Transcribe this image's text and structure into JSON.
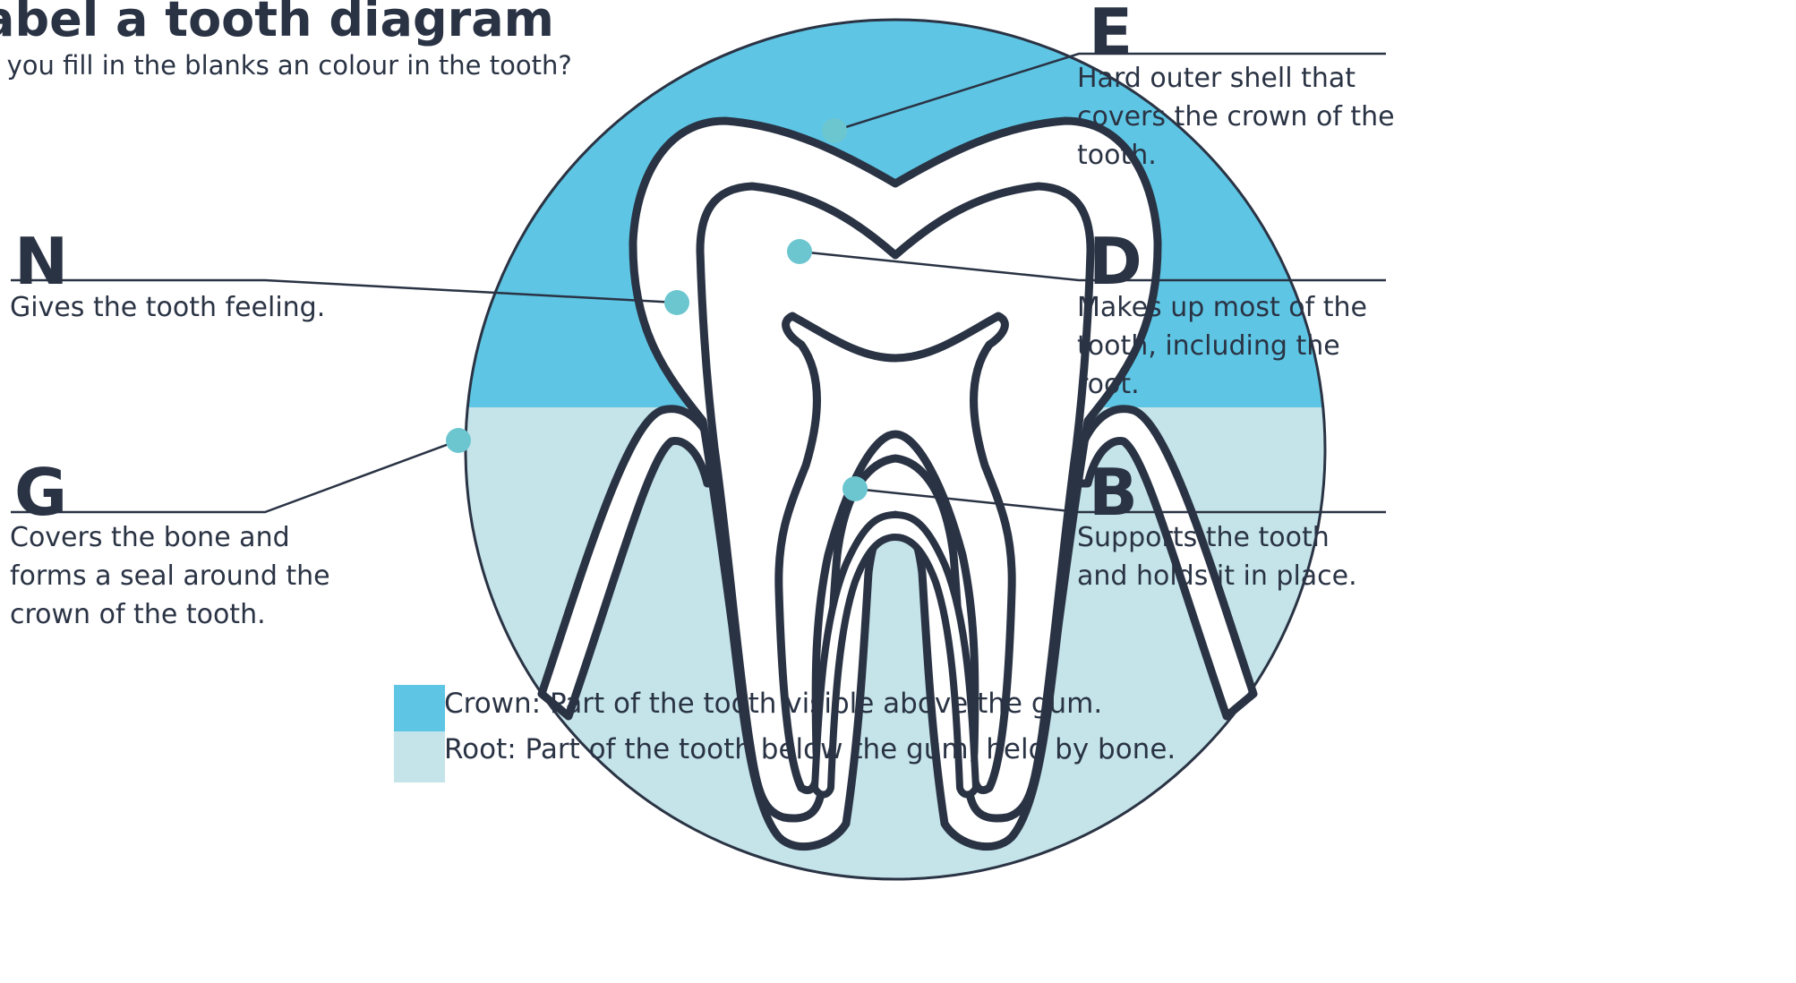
{
  "header": {
    "title": "abel a tooth diagram",
    "subtitle": "n you fill in the blanks an colour in the tooth?"
  },
  "labels": [
    {
      "id": "E",
      "letter": "E",
      "description": "Hard outer shell that covers the crown of the tooth."
    },
    {
      "id": "N",
      "letter": "N",
      "description": "Gives the tooth feeling."
    },
    {
      "id": "D",
      "letter": "D",
      "description": "Makes up most of the tooth, including the root."
    },
    {
      "id": "G",
      "letter": "G",
      "description": "Covers the bone and forms a seal around the crown of the tooth."
    },
    {
      "id": "B",
      "letter": "B",
      "description": "Supports the tooth and holds it in place."
    }
  ],
  "legend": [
    {
      "text": "Crown: Part of the tooth visible above the gum.",
      "color": "#5ec6e4"
    },
    {
      "text": "Root: Part of the tooth below the gum, held by bone.",
      "color": "#c4e4e9"
    }
  ],
  "colors": {
    "crown": "#5ec6e4",
    "root": "#c4e4e9",
    "outline": "#2a3344",
    "marker": "#6cc6d0"
  }
}
